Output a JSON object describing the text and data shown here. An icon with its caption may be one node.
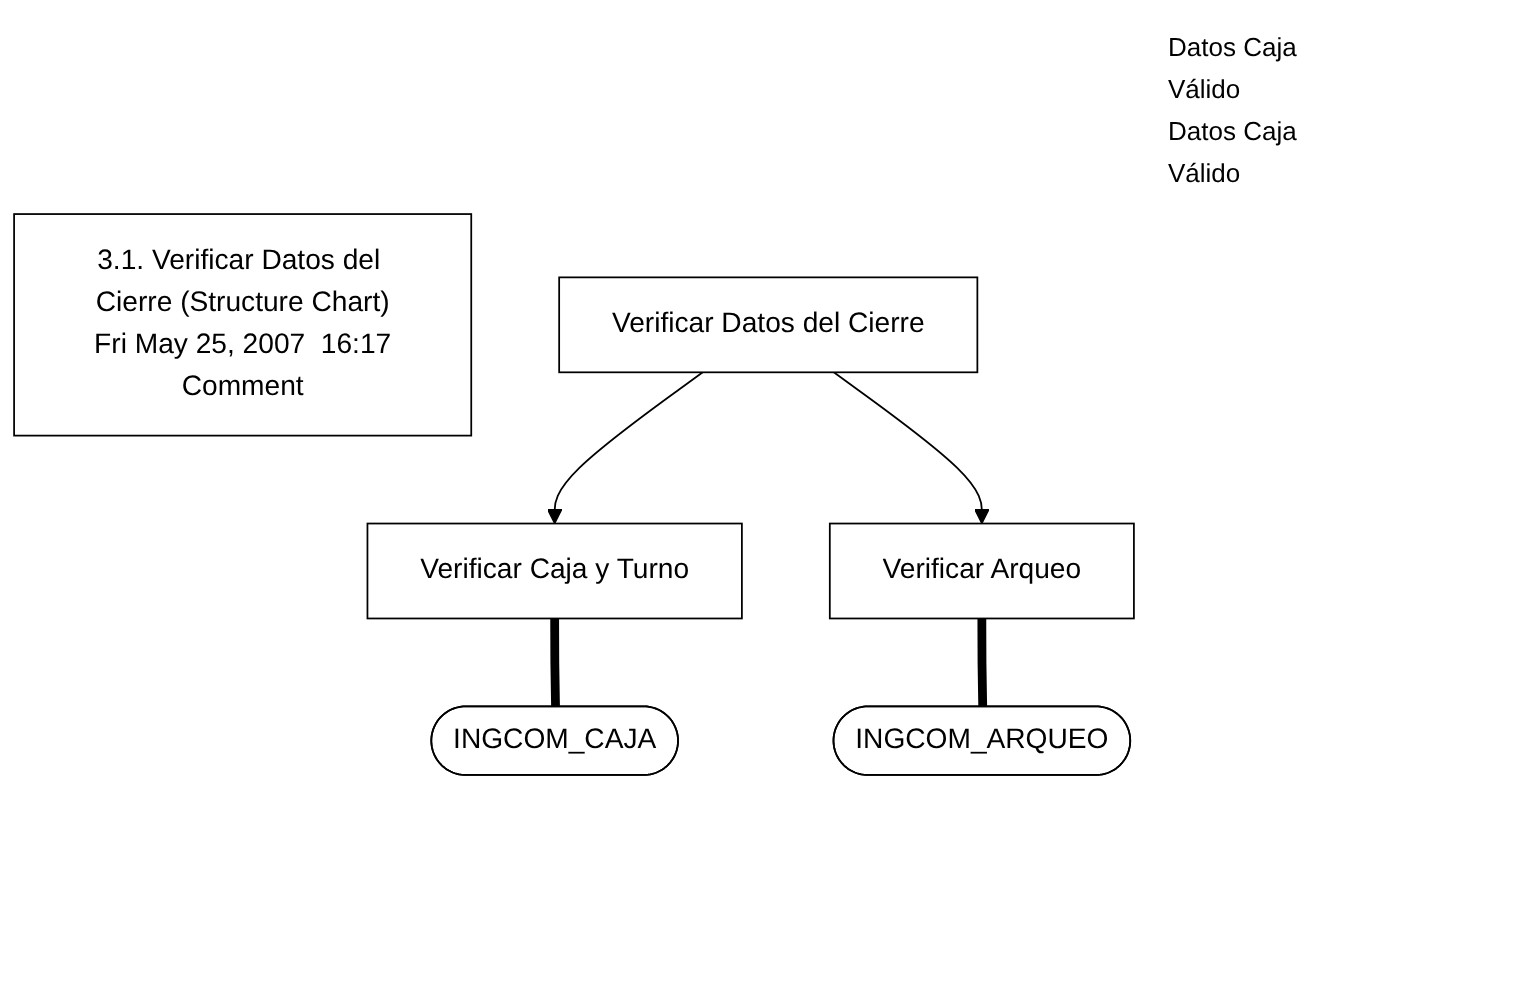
{
  "diagram": {
    "nodes": [
      {
        "text": [
          "3.1. Verificar Datos del Cierre (Structure Chart)",
          "Fri May 25, 2007  16:17",
          "Comment"
        ]
      },
      {
        "text": [
          "Verificar Datos del Cierre"
        ]
      },
      {
        "text": [
          "Verificar Caja y Turno"
        ]
      },
      {
        "text": [
          "Verificar Arqueo"
        ]
      },
      {
        "text": [
          "INGCOM_CAJA"
        ]
      },
      {
        "text": [
          "INGCOM_ARQUEO"
        ]
      }
    ],
    "edges": [
      {
        "from": 1,
        "to": 2,
        "arrow": "to"
      },
      {
        "from": 1,
        "to": 3,
        "arrow": "to"
      },
      {
        "from": 2,
        "to": 4,
        "arrow": "none",
        "style": "thick"
      },
      {
        "from": 3,
        "to": 5,
        "arrow": "none",
        "style": "thick"
      }
    ],
    "labels": [
      "Datos Caja",
      "Válido",
      "Datos Caja",
      "Válido"
    ]
  }
}
